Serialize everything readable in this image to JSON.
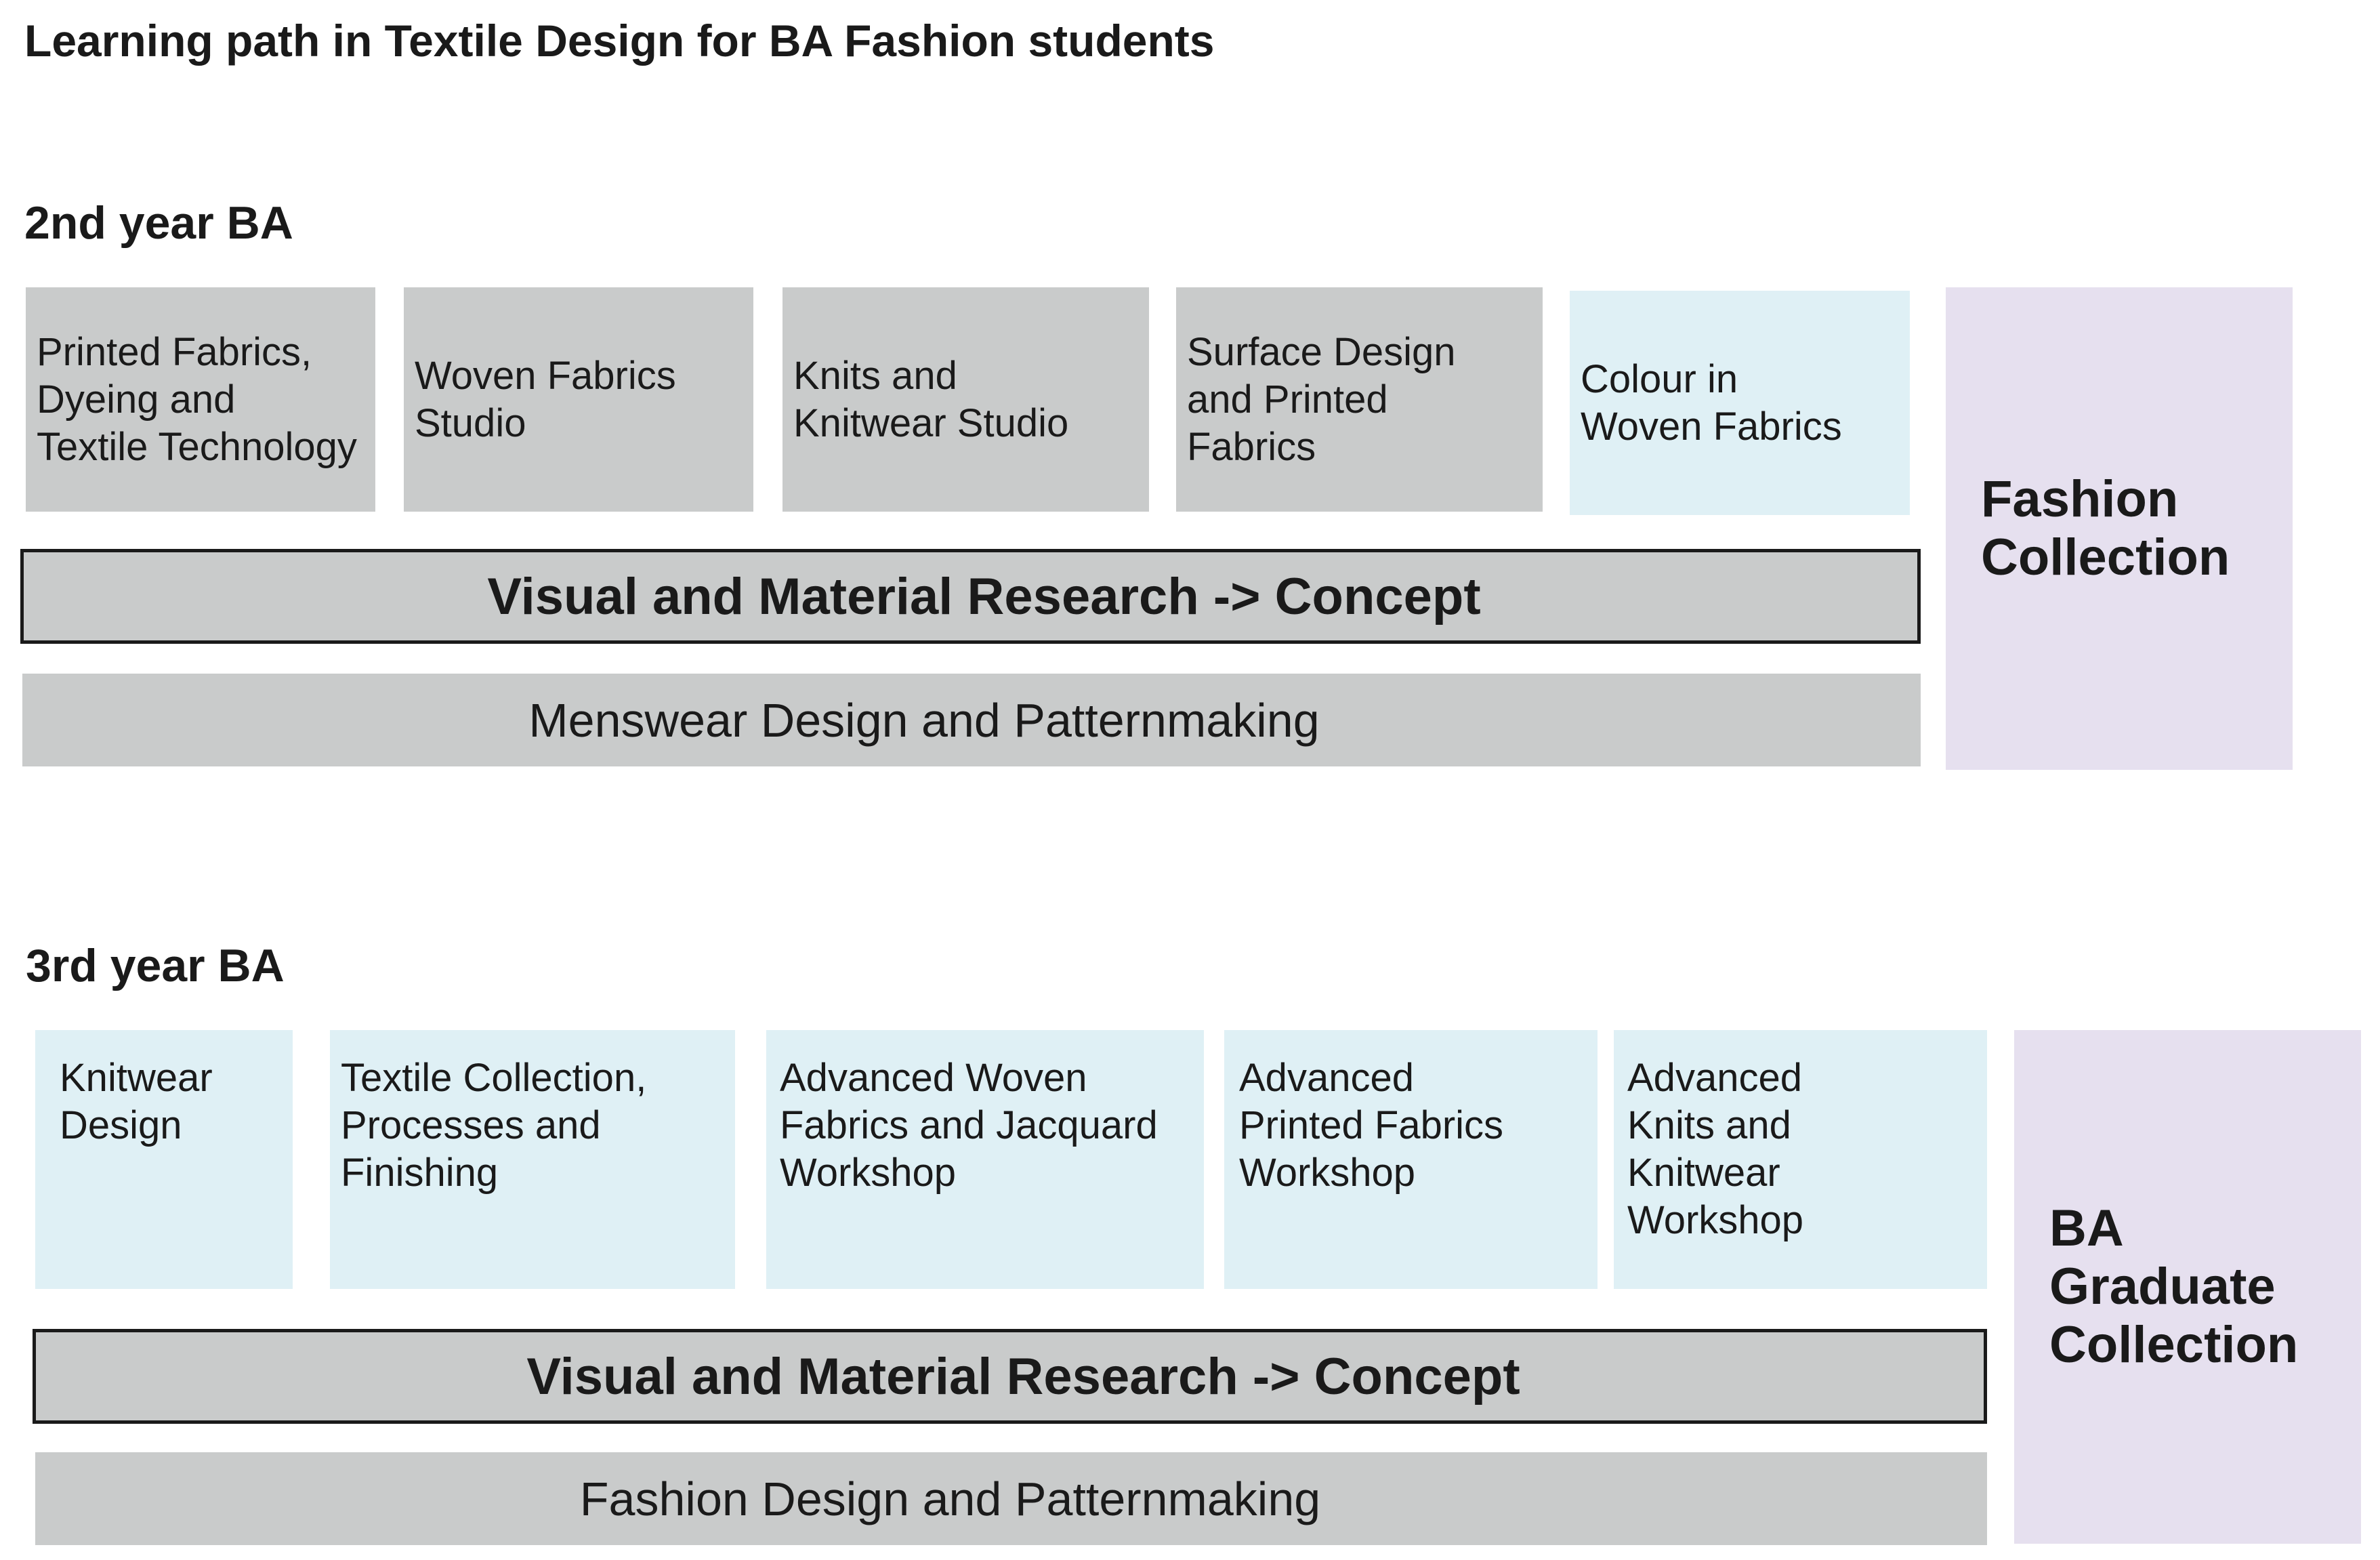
{
  "title": "Learning path in Textile Design for BA Fashion students",
  "year2": {
    "heading": "2nd year BA",
    "modules": [
      {
        "label": "Printed Fabrics,\nDyeing and\nTextile Technology",
        "color": "#c9cbcb"
      },
      {
        "label": "Woven Fabrics\nStudio",
        "color": "#c9cbcb"
      },
      {
        "label": "Knits and\nKnitwear Studio",
        "color": "#c9cbcb"
      },
      {
        "label": "Surface Design\nand Printed\nFabrics",
        "color": "#c9cbcb"
      },
      {
        "label": "Colour in\nWoven Fabrics",
        "color": "#dff0f5"
      }
    ],
    "research": "Visual and Material Research -> Concept",
    "design_band": "Menswear Design and Patternmaking",
    "collection": "Fashion\nCollection"
  },
  "year3": {
    "heading": "3rd year BA",
    "modules": [
      {
        "label": "Knitwear\nDesign",
        "color": "#dff0f5"
      },
      {
        "label": "Textile Collection,\nProcesses and\nFinishing",
        "color": "#dff0f5"
      },
      {
        "label": "Advanced Woven\nFabrics and Jacquard\nWorkshop",
        "color": "#dff0f5"
      },
      {
        "label": "Advanced\nPrinted Fabrics\nWorkshop",
        "color": "#dff0f5"
      },
      {
        "label": "Advanced\nKnits and\nKnitwear\nWorkshop",
        "color": "#dff0f5"
      }
    ],
    "research": "Visual and Material Research -> Concept",
    "design_band": "Fashion Design and Patternmaking",
    "collection": "BA\nGraduate\nCollection"
  },
  "colors": {
    "grey": "#c9cbcb",
    "light_blue": "#dff0f5",
    "lavender": "#e6e0ef",
    "outline": "#1a1a1a"
  }
}
